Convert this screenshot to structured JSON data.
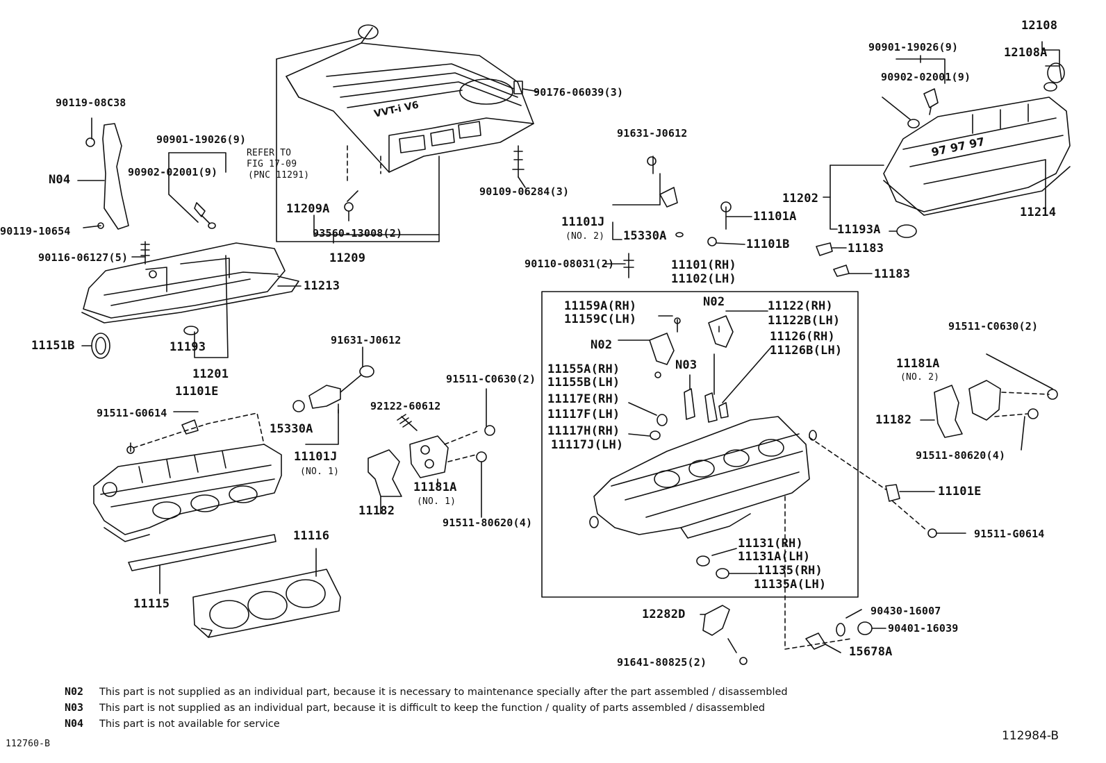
{
  "labels": {
    "p_12108": "12108",
    "p_12108A": "12108A",
    "p_90901_19026_r": "90901-19026(9)",
    "p_90902_02001_r": "90902-02001(9)",
    "p_11202": "11202",
    "p_11214": "11214",
    "p_11193A": "11193A",
    "p_11183a": "11183",
    "p_11183b": "11183",
    "p_90176": "90176-06039(3)",
    "p_90109": "90109-06284(3)",
    "p_refer": "REFER TO",
    "p_fig": "FIG 17-09",
    "p_pnc": "(PNC 11291)",
    "p_11209A": "11209A",
    "p_93560": "93560-13008(2)",
    "p_11209": "11209",
    "p_90119_08C38": "90119-08C38",
    "p_90901_19026_l": "90901-19026(9)",
    "p_90902_02001_l": "90902-02001(9)",
    "p_N04": "N04",
    "p_90119_10654": "90119-10654",
    "p_90116": "90116-06127(5)",
    "p_11213": "11213",
    "p_11151B": "11151B",
    "p_11193": "11193",
    "p_11201": "11201",
    "p_91631_r": "91631-J0612",
    "p_11101J_2": "11101J",
    "p_no2": "(NO. 2)",
    "p_15330A_r": "15330A",
    "p_11101A": "11101A",
    "p_11101B": "11101B",
    "p_90110": "90110-08031(2)",
    "p_11101RH": "11101(RH)",
    "p_11102LH": "11102(LH)",
    "p_11159A": "11159A(RH)",
    "p_11159C": "11159C(LH)",
    "p_N02_top": "N02",
    "p_11122RH": "11122(RH)",
    "p_11122B": "11122B(LH)",
    "p_11126RH": "11126(RH)",
    "p_11126B": "11126B(LH)",
    "p_N02_mid": "N02",
    "p_N03": "N03",
    "p_11155A": "11155A(RH)",
    "p_11155B": "11155B(LH)",
    "p_11117E": "11117E(RH)",
    "p_11117F": "11117F(LH)",
    "p_11117H": "11117H(RH)",
    "p_11117J": "11117J(LH)",
    "p_11131RH": "11131(RH)",
    "p_11131A": "11131A(LH)",
    "p_11135RH": "11135(RH)",
    "p_11135A": "11135A(LH)",
    "p_91511_C0630_r": "91511-C0630(2)",
    "p_11181A_2": "11181A",
    "p_no2b": "(NO. 2)",
    "p_11182_r": "11182",
    "p_91511_80620_r": "91511-80620(4)",
    "p_11101E_r": "11101E",
    "p_91511_G0614_r": "91511-G0614",
    "p_91631_l": "91631-J0612",
    "p_11101E_l": "11101E",
    "p_91511_G0614_l": "91511-G0614",
    "p_15330A_l": "15330A",
    "p_11101J_1": "11101J",
    "p_no1": "(NO. 1)",
    "p_92122": "92122-60612",
    "p_91511_C0630_m": "91511-C0630(2)",
    "p_11182_m": "11182",
    "p_11181A_1": "11181A",
    "p_no1b": "(NO. 1)",
    "p_91511_80620_m": "91511-80620(4)",
    "p_11116": "11116",
    "p_11115": "11115",
    "p_12282D": "12282D",
    "p_90430": "90430-16007",
    "p_90401": "90401-16039",
    "p_15678A": "15678A",
    "p_91641": "91641-80825(2)"
  },
  "notes": [
    {
      "code": "N02",
      "text": "This part is not supplied as an individual part, because it is necessary to maintenance specially after the part assembled / disassembled"
    },
    {
      "code": "N03",
      "text": "This part is not supplied as an individual part, because it is difficult to keep the function / quality of parts  assembled / disassembled"
    },
    {
      "code": "N04",
      "text": "This part is not available for service"
    }
  ],
  "figure_ids": {
    "left": "112760-B",
    "right": "112984-B"
  },
  "cover_marking": "VVT-i V6",
  "head_cover_marking": "97 97 97"
}
